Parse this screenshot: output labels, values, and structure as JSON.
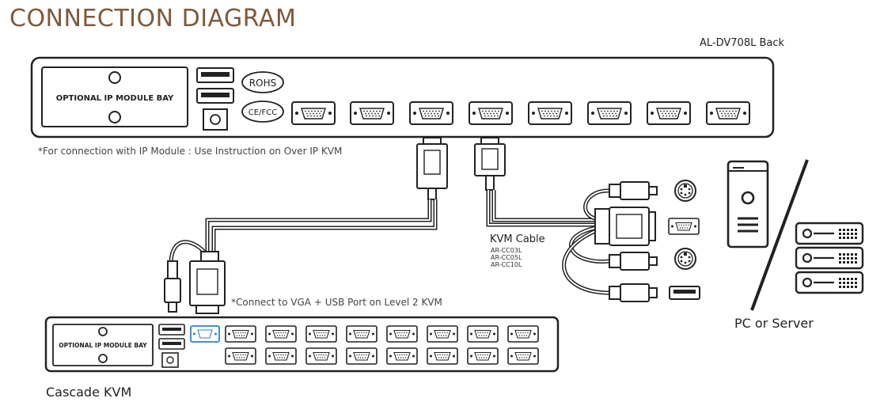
{
  "title": "CONNECTION DIAGRAM",
  "unit_label": "AL-DV708L Back",
  "main_kvm": {
    "ip_bay_label": "OPTIONAL IP MODULE BAY",
    "badge_rohs": "ROHS",
    "badge_cefcc": "CE/FCC"
  },
  "ip_note": "*For connection with IP Module : Use Instruction on Over IP KVM",
  "kvm_cable": {
    "label": "KVM Cable",
    "models": [
      "AR-CC03L",
      "AR-CC05L",
      "AR-CC10L"
    ]
  },
  "cascade_note": "*Connect to VGA + USB Port on Level 2 KVM",
  "cascade_kvm": {
    "label": "Cascade KVM",
    "ip_bay_label": "OPTIONAL IP MODULE BAY"
  },
  "pc_label": "PC or Server",
  "colors": {
    "title": "#7d5a3c",
    "highlight_port": "#2f7fd1",
    "line": "#222222"
  }
}
